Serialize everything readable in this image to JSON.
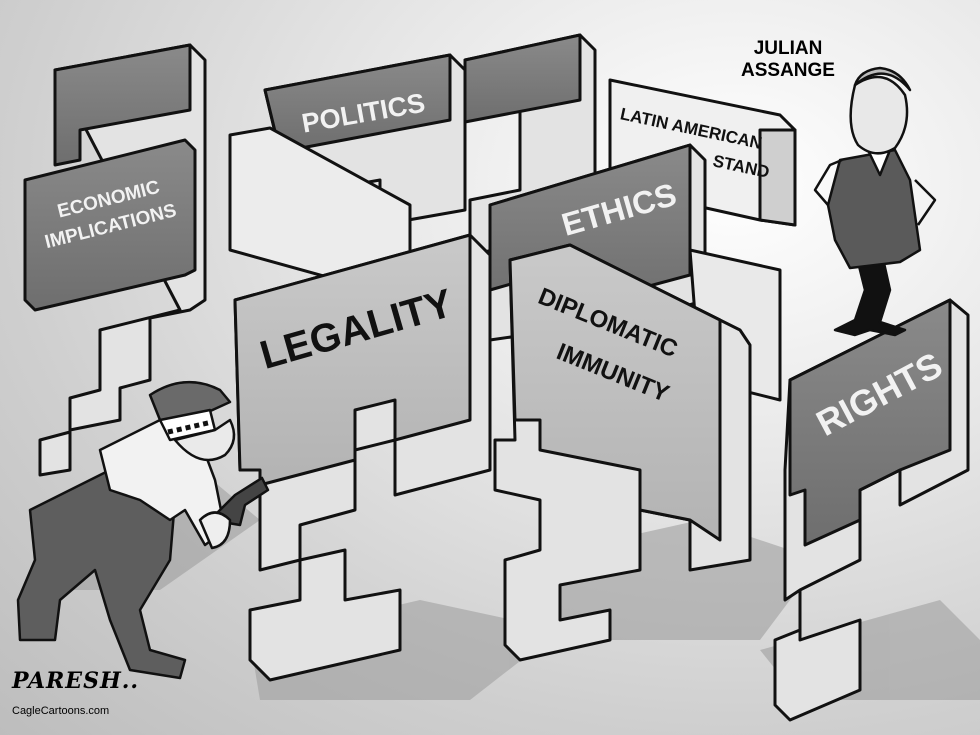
{
  "cartoon": {
    "caption_name": [
      "JULIAN",
      "ASSANGE"
    ],
    "blocks": {
      "economic": [
        "ECONOMIC",
        "IMPLICATIONS"
      ],
      "politics": [
        "POLITICS"
      ],
      "latin": [
        "LATIN AMERICAN",
        "STAND"
      ],
      "ethics": [
        "ETHICS"
      ],
      "legality": [
        "LEGALITY"
      ],
      "diplomatic": [
        "DIPLOMATIC",
        "IMMUNITY"
      ],
      "rights": [
        "RIGHTS"
      ]
    },
    "signature": "PARESH..",
    "credit": "CagleCartoons.com"
  },
  "colors": {
    "block_face_light": "#bfbfbf",
    "block_face_dark": "#7a7a7a",
    "block_side": "#e6e6e6",
    "outline": "#111111"
  }
}
